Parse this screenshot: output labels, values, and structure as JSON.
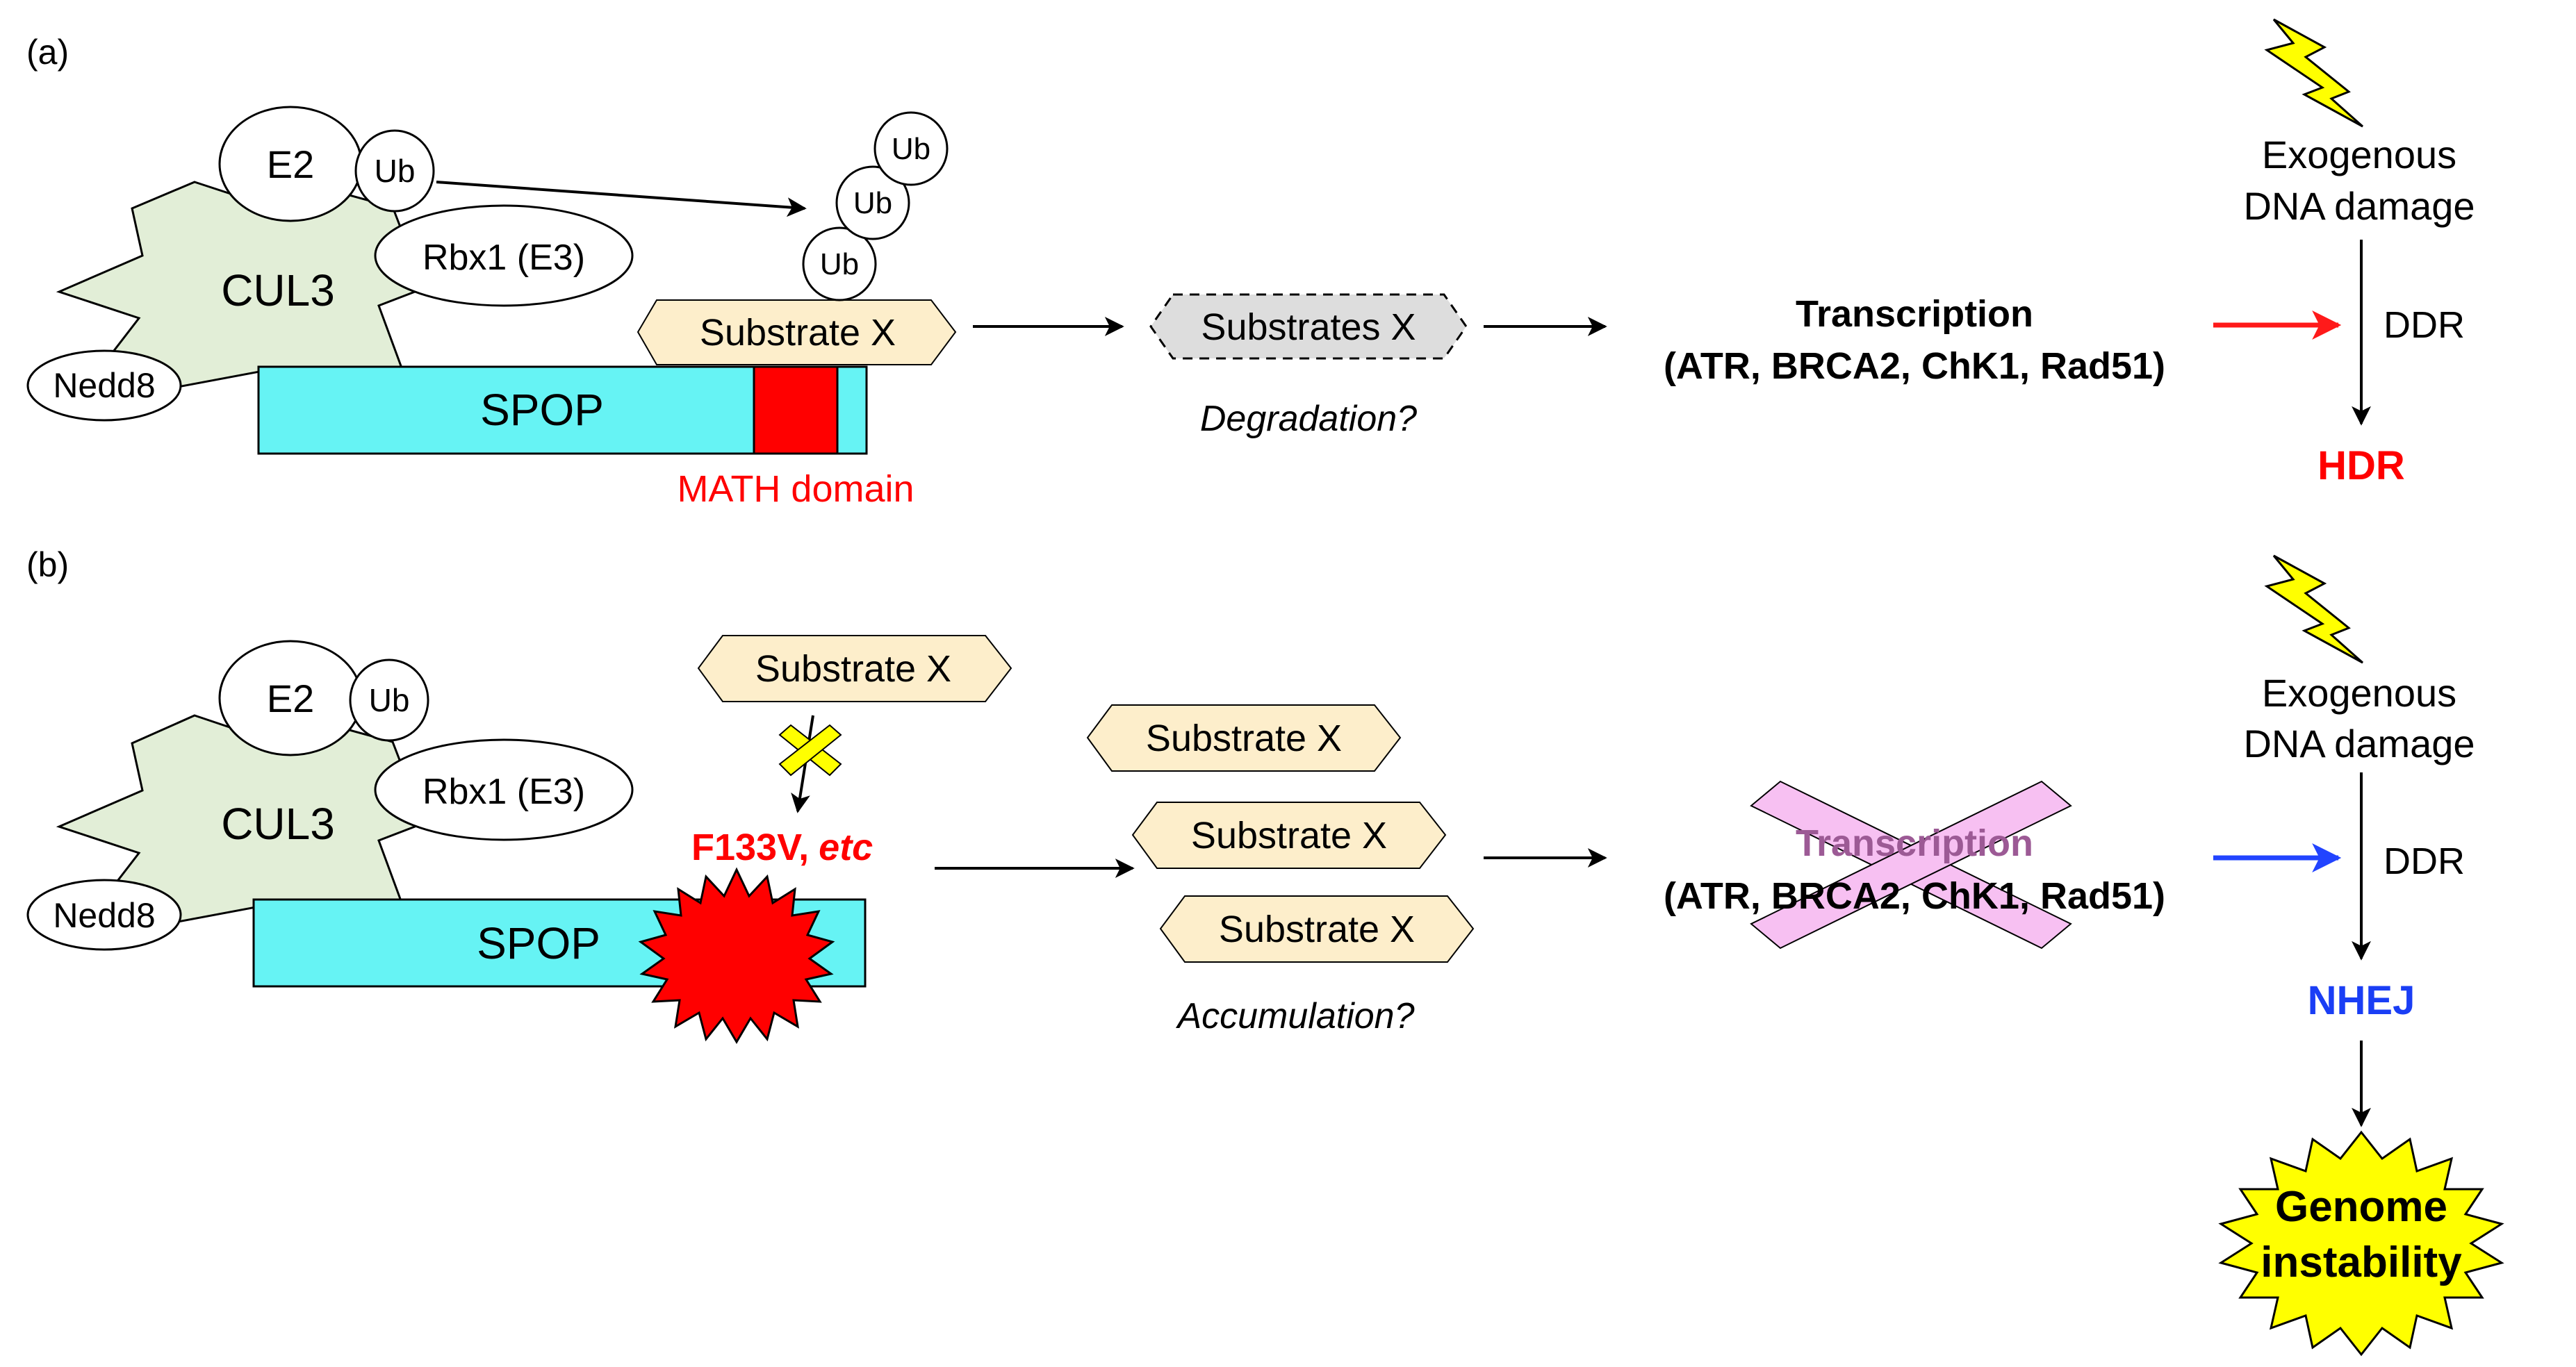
{
  "colors": {
    "cul3_fill": "#e2eed7",
    "spop_fill": "#66f3f4",
    "substrate_fill": "#fdeecb",
    "degraded_fill": "#dddddd",
    "math_red": "#ff0000",
    "hdr_red": "#ff0000",
    "nhej_blue": "#1a3ef5",
    "arrow_red": "#ff1a1a",
    "arrow_blue": "#2244ff",
    "lightning_fill": "#ffff00",
    "cross_fill": "#f7c0f2",
    "x_mark_fill": "#ffff00",
    "genome_burst_fill": "#ffff00"
  },
  "panel_a": {
    "label": "(a)",
    "e2": "E2",
    "ub": "Ub",
    "cul3": "CUL3",
    "rbx1": "Rbx1 (E3)",
    "nedd8": "Nedd8",
    "spop": "SPOP",
    "math_domain": "MATH domain",
    "substrate": "Substrate X",
    "ub_chain": [
      "Ub",
      "Ub",
      "Ub"
    ],
    "degraded_substrate": "Substrates X",
    "degradation": "Degradation?",
    "transcription_title": "Transcription",
    "transcription_genes": "(ATR, BRCA2, ChK1, Rad51)",
    "exogenous_line1": "Exogenous",
    "exogenous_line2": "DNA damage",
    "ddr": "DDR",
    "hdr": "HDR"
  },
  "panel_b": {
    "label": "(b)",
    "e2": "E2",
    "ub": "Ub",
    "cul3": "CUL3",
    "rbx1": "Rbx1 (E3)",
    "nedd8": "Nedd8",
    "spop": "SPOP",
    "substrate_top": "Substrate X",
    "mutation": "F133V,",
    "mutation_etc": "etc",
    "accumulated": [
      "Substrate X",
      "Substrate X",
      "Substrate X"
    ],
    "accumulation": "Accumulation?",
    "transcription_title": "Transcription",
    "transcription_genes": "(ATR, BRCA2, ChK1, Rad51)",
    "exogenous_line1": "Exogenous",
    "exogenous_line2": "DNA damage",
    "ddr": "DDR",
    "nhej": "NHEJ",
    "genome_line1": "Genome",
    "genome_line2": "instability"
  }
}
